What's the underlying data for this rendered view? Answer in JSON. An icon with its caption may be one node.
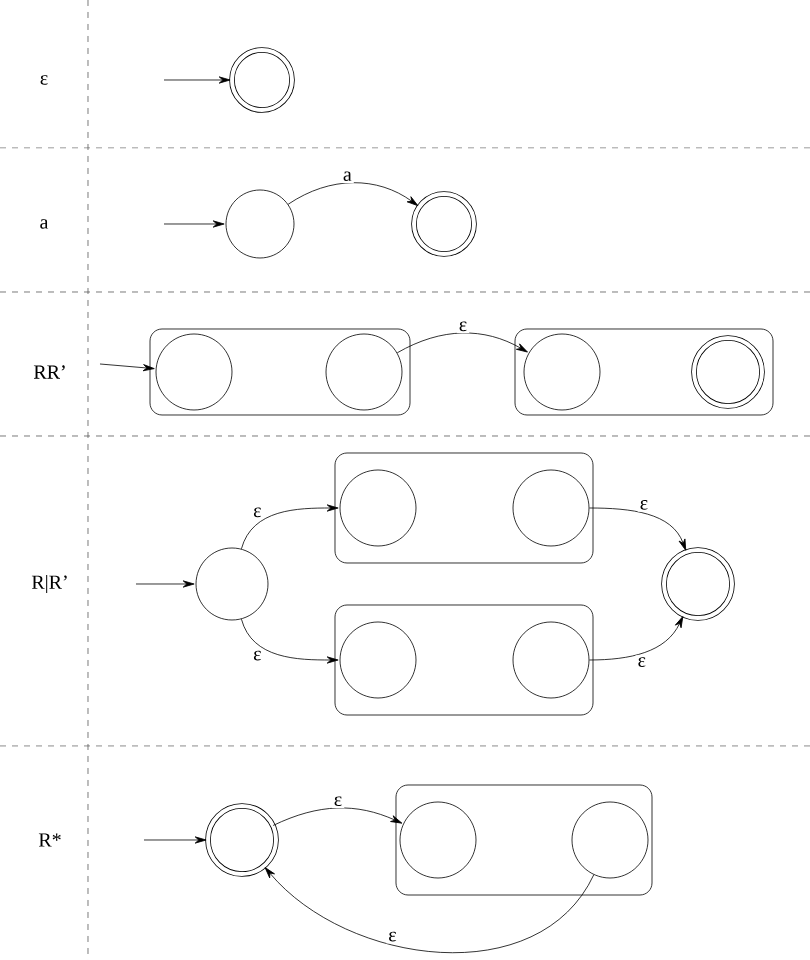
{
  "diagram": {
    "nodes": [
      {
        "text": [],
        "shape": "double-circle"
      },
      {
        "text": [],
        "shape": "circle"
      },
      {
        "text": [],
        "shape": "double-circle"
      },
      {
        "text": [],
        "shape": "box"
      },
      {
        "text": [],
        "shape": "circle",
        "in": 3
      },
      {
        "text": [],
        "shape": "circle",
        "in": 3
      },
      {
        "text": [],
        "shape": "box"
      },
      {
        "text": [],
        "shape": "circle",
        "in": 6
      },
      {
        "text": [],
        "shape": "double-circle",
        "in": 6
      },
      {
        "text": [],
        "shape": "circle"
      },
      {
        "text": [],
        "shape": "box"
      },
      {
        "text": [],
        "shape": "circle",
        "in": 10
      },
      {
        "text": [],
        "shape": "circle",
        "in": 10
      },
      {
        "text": [],
        "shape": "box"
      },
      {
        "text": [],
        "shape": "circle",
        "in": 13
      },
      {
        "text": [],
        "shape": "circle",
        "in": 13
      },
      {
        "text": [],
        "shape": "double-circle"
      },
      {
        "text": [],
        "shape": "double-circle"
      },
      {
        "text": [],
        "shape": "box"
      },
      {
        "text": [],
        "shape": "circle",
        "in": 18
      },
      {
        "text": [],
        "shape": "circle",
        "in": 18
      }
    ],
    "edges": [
      {
        "from": null,
        "to": 0,
        "arrow": "to"
      },
      {
        "from": null,
        "to": 1,
        "arrow": "to"
      },
      {
        "from": 1,
        "to": 2,
        "arrow": "to",
        "label": "a"
      },
      {
        "from": null,
        "to": 4,
        "arrow": "to"
      },
      {
        "from": 5,
        "to": 7,
        "arrow": "to",
        "label": "ε"
      },
      {
        "from": null,
        "to": 9,
        "arrow": "to"
      },
      {
        "from": 9,
        "to": 11,
        "arrow": "to",
        "label": "ε"
      },
      {
        "from": 9,
        "to": 14,
        "arrow": "to",
        "label": "ε"
      },
      {
        "from": 12,
        "to": 16,
        "arrow": "to",
        "label": "ε"
      },
      {
        "from": 15,
        "to": 16,
        "arrow": "to",
        "label": "ε"
      },
      {
        "from": null,
        "to": 17,
        "arrow": "to"
      },
      {
        "from": 17,
        "to": 19,
        "arrow": "to",
        "label": "ε"
      },
      {
        "from": 20,
        "to": 17,
        "arrow": "to",
        "label": "ε"
      }
    ],
    "labels": [
      "ε",
      "a",
      "RR’",
      "R|R’",
      "R*"
    ]
  }
}
